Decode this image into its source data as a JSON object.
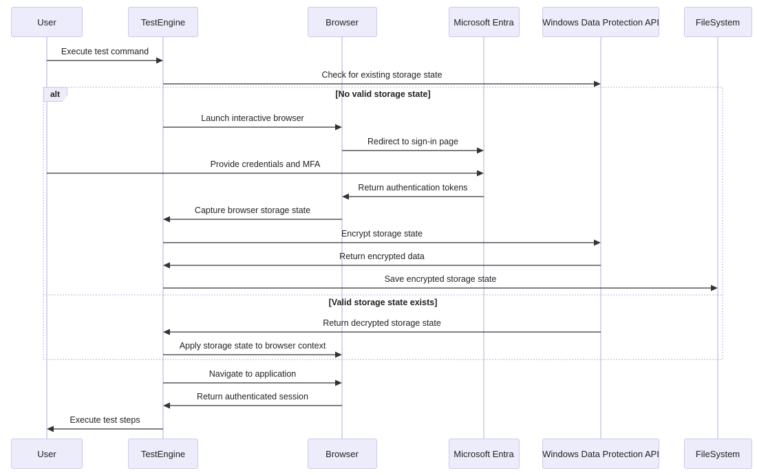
{
  "diagram": {
    "type": "sequence",
    "participants": [
      {
        "id": "user",
        "label": "User"
      },
      {
        "id": "testengine",
        "label": "TestEngine"
      },
      {
        "id": "browser",
        "label": "Browser"
      },
      {
        "id": "entra",
        "label": "Microsoft Entra"
      },
      {
        "id": "dpapi",
        "label": "Windows Data Protection API"
      },
      {
        "id": "filesystem",
        "label": "FileSystem"
      }
    ],
    "messages": [
      {
        "from": "user",
        "to": "testengine",
        "label": "Execute test command"
      },
      {
        "from": "testengine",
        "to": "dpapi",
        "label": "Check for existing storage state"
      },
      {
        "from": "testengine",
        "to": "browser",
        "label": "Launch interactive browser"
      },
      {
        "from": "browser",
        "to": "entra",
        "label": "Redirect to sign-in page"
      },
      {
        "from": "user",
        "to": "entra",
        "label": "Provide credentials and MFA"
      },
      {
        "from": "entra",
        "to": "browser",
        "label": "Return authentication tokens"
      },
      {
        "from": "browser",
        "to": "testengine",
        "label": "Capture browser storage state"
      },
      {
        "from": "testengine",
        "to": "dpapi",
        "label": "Encrypt storage state"
      },
      {
        "from": "dpapi",
        "to": "testengine",
        "label": "Return encrypted data"
      },
      {
        "from": "testengine",
        "to": "filesystem",
        "label": "Save encrypted storage state"
      },
      {
        "from": "dpapi",
        "to": "testengine",
        "label": "Return decrypted storage state"
      },
      {
        "from": "testengine",
        "to": "browser",
        "label": "Apply storage state to browser context"
      },
      {
        "from": "testengine",
        "to": "browser",
        "label": "Navigate to application"
      },
      {
        "from": "browser",
        "to": "testengine",
        "label": "Return authenticated session"
      },
      {
        "from": "testengine",
        "to": "user",
        "label": "Execute test steps"
      }
    ],
    "alt_block": {
      "label": "alt",
      "branch1_condition": "[No valid storage state]",
      "branch2_condition": "[Valid storage state exists]"
    },
    "colors": {
      "participant_fill": "#ECECFB",
      "participant_border": "#CBC9E8",
      "lifeline": "#D8D5EC",
      "arrow": "#333333",
      "text": "#222222",
      "frame_border": "#B5B3E2"
    }
  }
}
